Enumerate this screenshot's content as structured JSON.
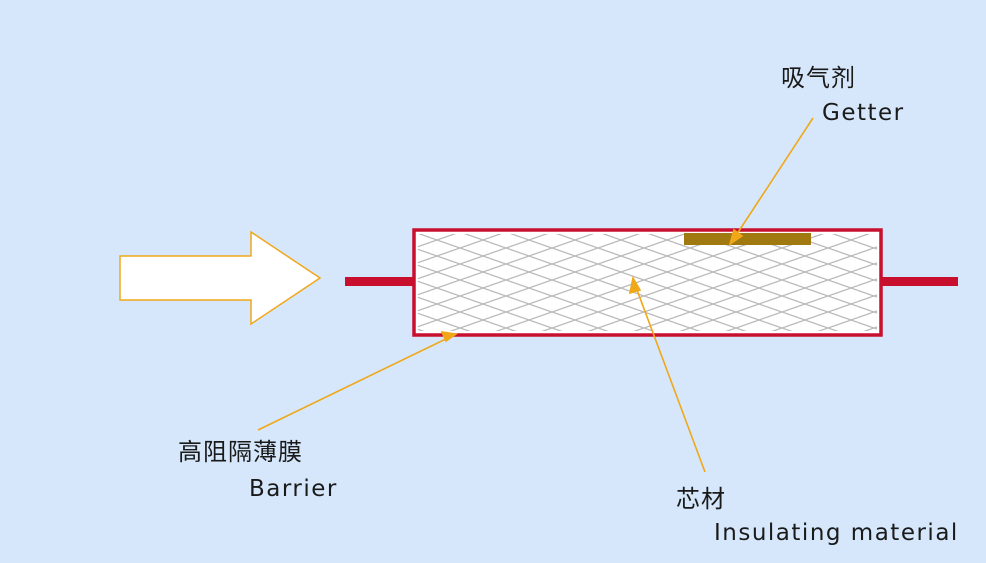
{
  "labels": {
    "getter_zh": "吸气剂",
    "getter_en": "Getter",
    "barrier_zh": "高阻隔薄膜",
    "barrier_en": "Barrier",
    "core_zh": "芯材",
    "core_en": "Insulating material"
  },
  "colors": {
    "background": "#d6e7fb",
    "barrier": "#c8102e",
    "getter": "#a07a10",
    "pointer": "#f0a818",
    "arrow_fill": "#ffffff",
    "arrow_stroke": "#f0a818",
    "mesh": "#b8b8b8"
  }
}
